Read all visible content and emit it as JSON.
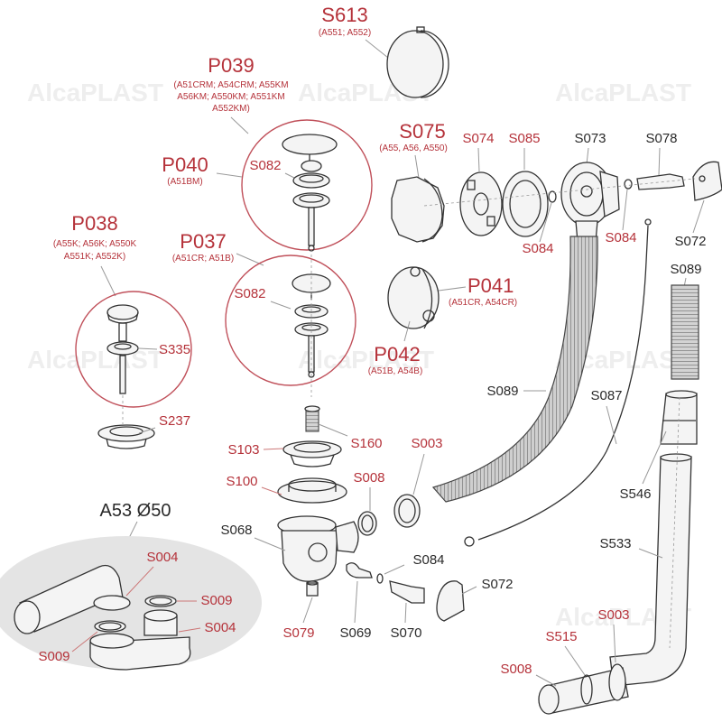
{
  "diagram": {
    "title": "Alcaplast bath waste & overflow exploded parts diagram",
    "watermark": "AlcaPLAST",
    "colors": {
      "assembly_label": "#b5323a",
      "part_label": "#2a2a2a",
      "highlight_circle": "#c0505a",
      "inset_background": "#e4e4e4"
    },
    "assemblies": [
      {
        "code": "S613",
        "models": "(A551; A552)"
      },
      {
        "code": "P039",
        "models_line1": "(A51CRM; A54CRM; A55KM",
        "models_line2": "A56KM; A550KM; A551KM",
        "models_line3": "A552KM)"
      },
      {
        "code": "P040",
        "models": "(A51BM)"
      },
      {
        "code": "P038",
        "models_line1": "(A55K; A56K; A550K",
        "models_line2": "A551K; A552K)"
      },
      {
        "code": "P037",
        "models": "(A51CR; A51B)"
      },
      {
        "code": "S075",
        "models": "(A55, A56, A550)"
      },
      {
        "code": "P041",
        "models": "(A51CR, A54CR)"
      },
      {
        "code": "P042",
        "models": "(A51B, A54B)"
      }
    ],
    "part_labels_red": {
      "s082_top": "S082",
      "s082_bottom": "S082",
      "s335": "S335",
      "s237": "S237",
      "s074": "S074",
      "s085": "S085",
      "s084_left": "S084",
      "s084_right": "S084",
      "s160": "S160",
      "s103": "S103",
      "s100": "S100",
      "s008_mid": "S008",
      "s003_mid": "S003",
      "s079": "S079",
      "s004_top": "S004",
      "s009_right": "S009",
      "s004_right": "S004",
      "s009_left": "S009",
      "s003_bottom": "S003",
      "s515": "S515",
      "s008_bottom": "S008"
    },
    "part_labels_dark": {
      "s073": "S073",
      "s078": "S078",
      "s072_top": "S072",
      "s089_right": "S089",
      "s089_left": "S089",
      "s087": "S087",
      "s546": "S546",
      "s533": "S533",
      "s068": "S068",
      "s084_mid": "S084",
      "s072_mid": "S072",
      "s069": "S069",
      "s070": "S070"
    },
    "inset": {
      "title": "A53 Ø50"
    }
  }
}
